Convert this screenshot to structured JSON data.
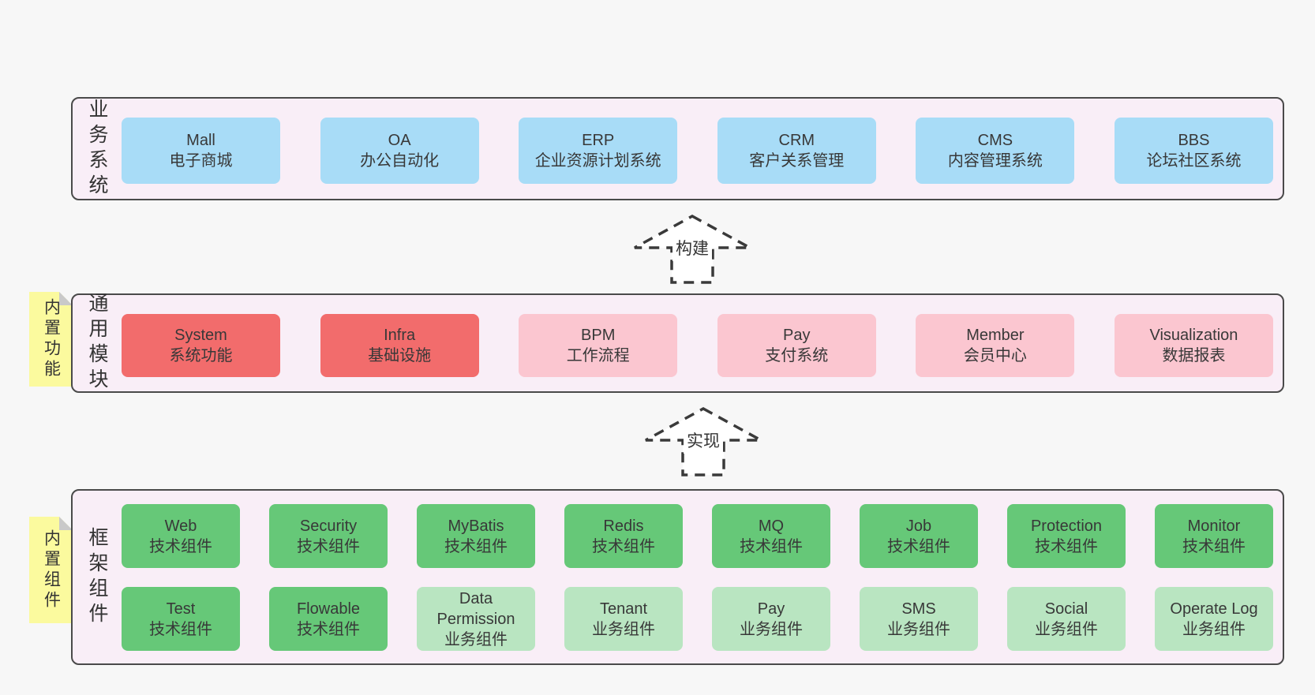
{
  "page": {
    "background": "#f7f7f7"
  },
  "colors": {
    "layer_fill": "#f9eef7",
    "layer_border": "#4a4a4a",
    "blue": "#a8dcf7",
    "red": "#f26c6c",
    "pink": "#fbc6d0",
    "green": "#66c878",
    "lightgreen": "#b9e5c1",
    "sticky_yellow": "#fbfa9e",
    "sticky_fold": "#c9c9c9",
    "text": "#383838",
    "arrow_stroke": "#3a3a3a"
  },
  "layers": [
    {
      "id": "business-systems",
      "label": "业务系统",
      "boxes": [
        {
          "title": "Mall",
          "subtitle": "电子商城",
          "variant": "blue"
        },
        {
          "title": "OA",
          "subtitle": "办公自动化",
          "variant": "blue"
        },
        {
          "title": "ERP",
          "subtitle": "企业资源计划系统",
          "variant": "blue"
        },
        {
          "title": "CRM",
          "subtitle": "客户关系管理",
          "variant": "blue"
        },
        {
          "title": "CMS",
          "subtitle": "内容管理系统",
          "variant": "blue"
        },
        {
          "title": "BBS",
          "subtitle": "论坛社区系统",
          "variant": "blue"
        }
      ]
    },
    {
      "id": "common-modules",
      "label": "通用模块",
      "sticky": "内置功能",
      "boxes": [
        {
          "title": "System",
          "subtitle": "系统功能",
          "variant": "red"
        },
        {
          "title": "Infra",
          "subtitle": "基础设施",
          "variant": "red"
        },
        {
          "title": "BPM",
          "subtitle": "工作流程",
          "variant": "pink"
        },
        {
          "title": "Pay",
          "subtitle": "支付系统",
          "variant": "pink"
        },
        {
          "title": "Member",
          "subtitle": "会员中心",
          "variant": "pink"
        },
        {
          "title": "Visualization",
          "subtitle": "数据报表",
          "variant": "pink"
        }
      ]
    },
    {
      "id": "framework-components",
      "label": "框架组件",
      "sticky": "内置组件",
      "rows": [
        [
          {
            "title": "Web",
            "subtitle": "技术组件",
            "variant": "green"
          },
          {
            "title": "Security",
            "subtitle": "技术组件",
            "variant": "green"
          },
          {
            "title": "MyBatis",
            "subtitle": "技术组件",
            "variant": "green"
          },
          {
            "title": "Redis",
            "subtitle": "技术组件",
            "variant": "green"
          },
          {
            "title": "MQ",
            "subtitle": "技术组件",
            "variant": "green"
          },
          {
            "title": "Job",
            "subtitle": "技术组件",
            "variant": "green"
          },
          {
            "title": "Protection",
            "subtitle": "技术组件",
            "variant": "green"
          },
          {
            "title": "Monitor",
            "subtitle": "技术组件",
            "variant": "green"
          }
        ],
        [
          {
            "title": "Test",
            "subtitle": "技术组件",
            "variant": "green"
          },
          {
            "title": "Flowable",
            "subtitle": "技术组件",
            "variant": "green"
          },
          {
            "title": "Data Permission",
            "subtitle": "业务组件",
            "variant": "lightgreen"
          },
          {
            "title": "Tenant",
            "subtitle": "业务组件",
            "variant": "lightgreen"
          },
          {
            "title": "Pay",
            "subtitle": "业务组件",
            "variant": "lightgreen"
          },
          {
            "title": "SMS",
            "subtitle": "业务组件",
            "variant": "lightgreen"
          },
          {
            "title": "Social",
            "subtitle": "业务组件",
            "variant": "lightgreen"
          },
          {
            "title": "Operate Log",
            "subtitle": "业务组件",
            "variant": "lightgreen"
          }
        ]
      ]
    }
  ],
  "arrows": [
    {
      "label": "构建"
    },
    {
      "label": "实现"
    }
  ]
}
